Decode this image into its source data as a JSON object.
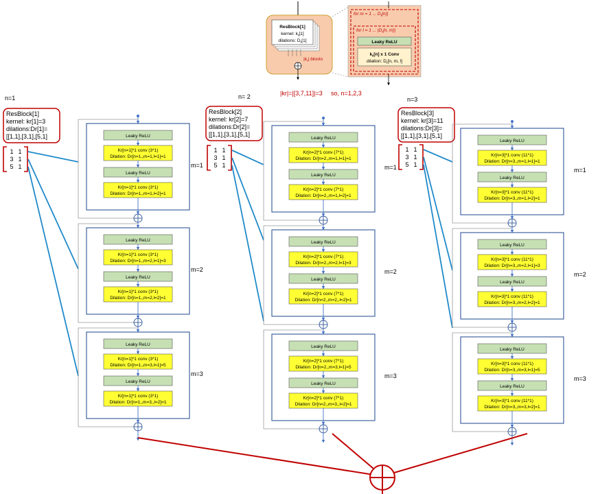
{
  "top": {
    "resblock_title": "ResBlock[1]",
    "resblock_kernel": "kernel: k",
    "resblock_kernel_sub": "r",
    "resblock_kernel_idx": "[1]",
    "resblock_dil": "dilations: D",
    "resblock_dil_sub": "r",
    "resblock_dil_idx": "[1]",
    "blocks_label": "|k",
    "blocks_label_sub": "r",
    "blocks_label_rest": "| blocks",
    "outer_loop": "for m = 1 ... D",
    "outer_loop_sub": "r",
    "outer_loop_rest": "[n]|",
    "inner_loop": "for l = 1 ... |D",
    "inner_loop_sub": "r",
    "inner_loop_rest": "[n, m]|",
    "leaky": "Leaky ReLU",
    "conv": "k",
    "conv_sub": "r",
    "conv_rest": "[n] x 1  Conv",
    "dil": "dilation: D",
    "dil_sub": "r",
    "dil_rest": "[n, m, l]"
  },
  "kr_text": "|kr|=|[3,7,11]|=3",
  "so_text": "so, n=1,2,3",
  "columns": [
    {
      "n_label": "n=1",
      "box_lines": [
        "ResBlock[1]",
        "kernel: kr[1]=3",
        "dilations:Dr[1]=",
        "[[1,1],[3,1],[5,1]"
      ],
      "matrix": [
        [
          "1",
          "1"
        ],
        [
          "3",
          "1"
        ],
        [
          "5",
          "1"
        ]
      ],
      "blocks": [
        {
          "m": "m=1",
          "relu1": "Leaky ReLU",
          "conv1a": "Kr[n=1]*1 conv (3*1)",
          "conv1b": "Dilation: Dr[n=1,,m=1,l=1]=1",
          "relu2": "Leaky ReLU",
          "conv2a": "Kr[n=1]*1 conv (3*1)",
          "conv2b": "Dilation: Dr[n=1,,m=1,l=2]=1"
        },
        {
          "m": "m=2",
          "relu1": "Leaky ReLU",
          "conv1a": "Kr[n=1]*1 conv (3*1)",
          "conv1b": "Dilation: Dr[n=1,,m=2,l=1]=3",
          "relu2": "Leaky ReLU",
          "conv2a": "Kr[n=1]*1 conv (3*1)",
          "conv2b": "Dilation: Dr[n=1,,m=2,l=2]=1"
        },
        {
          "m": "m=3",
          "relu1": "Leaky ReLU",
          "conv1a": "Kr[n=1]*1 conv (3*1)",
          "conv1b": "Dilation: Dr[n=1,,m=3,l=1]=5",
          "relu2": "Leaky ReLU",
          "conv2a": "Kr[n=1]*1 conv (3*1)",
          "conv2b": "Dilation: Dr[n=1,,m=3,,l=2]=1"
        }
      ]
    },
    {
      "n_label": "n= 2",
      "box_lines": [
        "ResBlock[2]",
        "kernel: kr[2]=7",
        "dilations:Dr[2]=",
        "[[1,1],[3,1],[5,1]"
      ],
      "matrix": [
        [
          "1",
          "1"
        ],
        [
          "3",
          "1"
        ],
        [
          "5",
          "1"
        ]
      ],
      "blocks": [
        {
          "m": "m=1",
          "relu1": "Leaky ReLU",
          "conv1a": "Kr[n=2]*1 conv (7*1)",
          "conv1b": "Dilation: Dr[n=2,,m=1,l=1]=1",
          "relu2": "Leaky ReLU",
          "conv2a": "Kr[n=2]*1 conv (7*1)",
          "conv2b": "Dilation: Dr[n=2,,m=1,l=2]=1"
        },
        {
          "m": "m=2",
          "relu1": "Leaky ReLU",
          "conv1a": "Kr[n=2]*1 conv (7*1)",
          "conv1b": "Dilation: Dr[n=2,,m=2,l=1]=3",
          "relu2": "Leaky ReLU",
          "conv2a": "Kr[n=2]*1 conv (7*1)",
          "conv2b": "Dilation: Dr[n=2,,m=2,,l=2]=1"
        },
        {
          "m": "m=3",
          "relu1": "Leaky ReLU",
          "conv1a": "Kr[n=2]*1 conv (7*1)",
          "conv1b": "Dilation: Dr[n=2,,m=3,l=1]=5",
          "relu2": "Leaky ReLU",
          "conv2a": "Kr[n=2]*1 conv (7*1)",
          "conv2b": "Dilation: Dr[n=2,,m=3,,l=2]=1"
        }
      ]
    },
    {
      "n_label": "n=3",
      "box_lines": [
        "ResBlock[3]",
        "kernel: kr[3]=11",
        "dilations:Dr[3]=",
        "[[1,1],[3,1],[5,1]"
      ],
      "matrix": [
        [
          "1",
          "1"
        ],
        [
          "3",
          "1"
        ],
        [
          "5",
          "1"
        ]
      ],
      "blocks": [
        {
          "m": "m=1",
          "relu1": "Leaky ReLU",
          "conv1a": "Kr[n=3]*1 conv (11*1)",
          "conv1b": "Dilation: Dr[n=3,,m=1,l=1]=1",
          "relu2": "Leaky ReLU",
          "conv2a": "Kr[n=3]*1 conv (11*1)",
          "conv2b": "Dilation: Dr[n=3,,m=1,l=2]=1"
        },
        {
          "m": "m=2",
          "relu1": "Leaky ReLU",
          "conv1a": "Kr[n=3]*1 conv (11*1)",
          "conv1b": "Dilation: Dr[n=3,,m=2,l=1]=3",
          "relu2": "Leaky ReLU",
          "conv2a": "Kr[n=3]*1 conv (11*1)",
          "conv2b": "Dilation: Dr[n=3,,m=2,l=2]=1"
        },
        {
          "m": "m=3",
          "relu1": "Leaky ReLU",
          "conv1a": "Kr[n=3]*1 conv (11*1)",
          "conv1b": "Dilation: Dr[n=3,,m=3,l=1]=5",
          "relu2": "Leaky ReLU",
          "conv2a": "Kr[n=3]*1 conv (11*1)",
          "conv2b": "Dilation: Dr[n=3,,m=3,l=2]=1"
        }
      ]
    }
  ],
  "colors": {
    "relu_fill": "#c6e0b4",
    "conv_fill": "#ffff33",
    "block_border": "#2f5597",
    "red": "#c00000",
    "blue_line": "#1f8ac9",
    "top_panel_fill": "#f8cbad",
    "top_panel_inner": "#fff2cc"
  }
}
